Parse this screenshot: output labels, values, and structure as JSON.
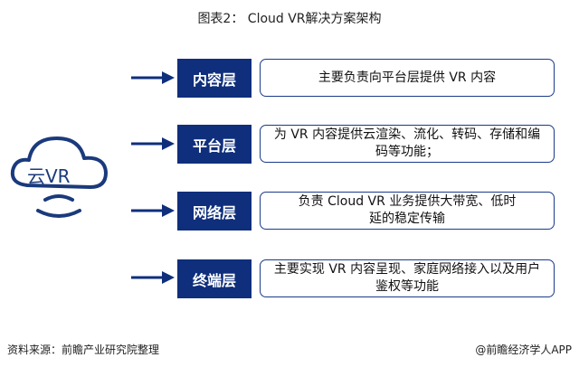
{
  "title": "图表2： Cloud VR解决方案架构",
  "center_label": "云VR",
  "layers": [
    {
      "label": "内容层",
      "desc": "主要负责向平台层提供 VR 内容"
    },
    {
      "label": "平台层",
      "desc": "为 VR 内容提供云渲染、流化、转码、存储和编码等功能；"
    },
    {
      "label": "网络层",
      "desc": "负责 Cloud VR 业务提供大带宽、低时延的稳定传输"
    },
    {
      "label": "终端层",
      "desc": "主要实现 VR 内容呈现、家庭网络接入以及用户鉴权等功能"
    }
  ],
  "source": "资料来源：前瞻产业研究院整理",
  "brand": "@前瞻经济学人APP",
  "colors": {
    "navy": "#0f2f7c"
  }
}
